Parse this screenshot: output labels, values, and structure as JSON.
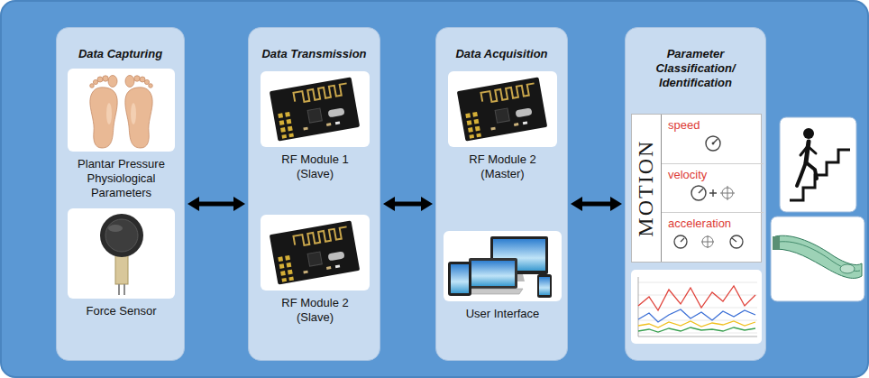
{
  "diagram": {
    "nodes": [
      {
        "text": [
          "Data Capturing"
        ]
      },
      {
        "text": [
          "Plantar Pressure Physiological Parameters"
        ],
        "in": 0
      },
      {
        "text": [
          "Force Sensor"
        ],
        "in": 0
      },
      {
        "text": [
          "Data Transmission"
        ]
      },
      {
        "text": [
          "RF Module 1 (Slave)"
        ],
        "in": 3
      },
      {
        "text": [
          "RF Module 2 (Slave)"
        ],
        "in": 3
      },
      {
        "text": [
          "Data Acquisition"
        ]
      },
      {
        "text": [
          "RF Module 2 (Master)"
        ],
        "in": 6
      },
      {
        "text": [
          "User Interface"
        ],
        "in": 6
      },
      {
        "text": [
          "Parameter Classification/ Identification"
        ]
      },
      {
        "text": [
          "MOTION",
          "speed",
          "velocity",
          "acceleration"
        ],
        "in": 9
      }
    ],
    "edges": [
      {
        "from": 0,
        "to": 3,
        "arrow": "both"
      },
      {
        "from": 3,
        "to": 6,
        "arrow": "both"
      },
      {
        "from": 6,
        "to": 9,
        "arrow": "both"
      }
    ]
  }
}
